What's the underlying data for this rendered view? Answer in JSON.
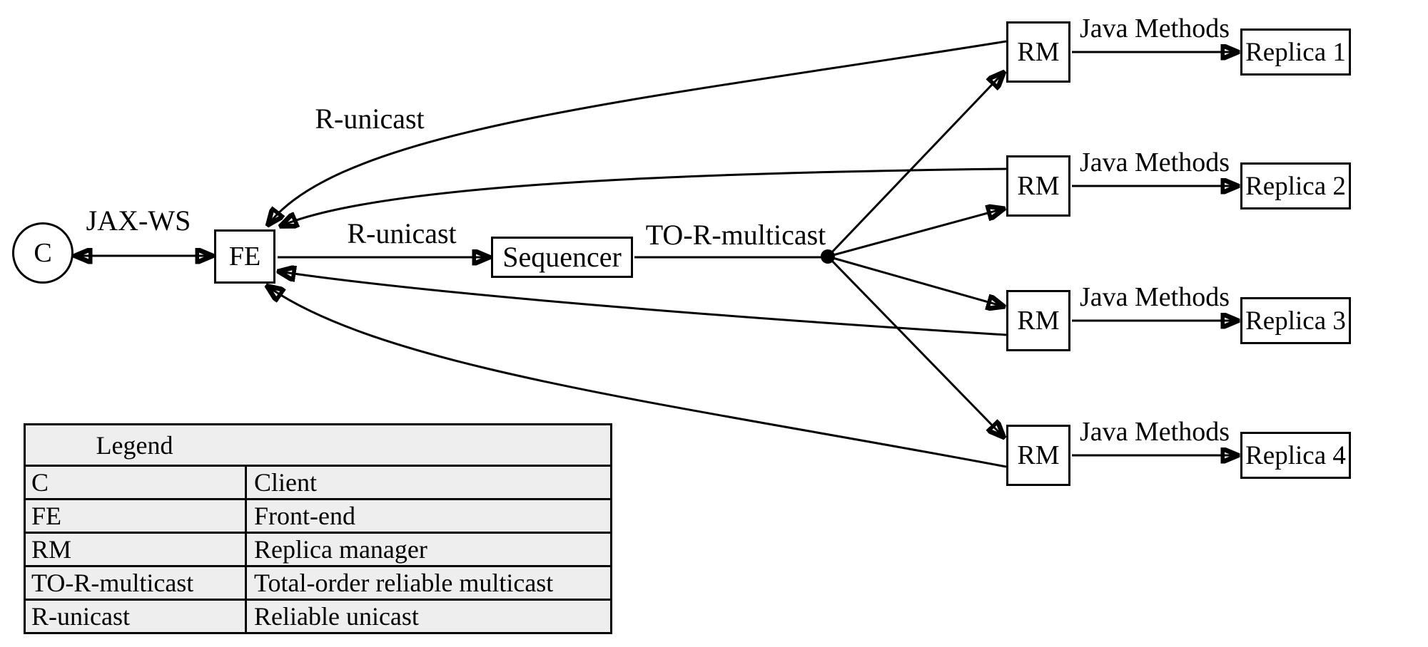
{
  "diagram": {
    "nodes": {
      "client": "C",
      "frontend": "FE",
      "sequencer": "Sequencer",
      "replica_manager": "RM",
      "replicas": [
        "Replica 1",
        "Replica 2",
        "Replica 3",
        "Replica 4"
      ]
    },
    "edge_labels": {
      "jax_ws": "JAX-WS",
      "r_unicast": "R-unicast",
      "to_r_multicast": "TO-R-multicast",
      "java_methods": "Java Methods"
    }
  },
  "legend": {
    "title": "Legend",
    "rows": [
      {
        "key": "C",
        "value": "Client"
      },
      {
        "key": "FE",
        "value": "Front-end"
      },
      {
        "key": "RM",
        "value": "Replica manager"
      },
      {
        "key": "TO-R-multicast",
        "value": "Total-order reliable multicast"
      },
      {
        "key": "R-unicast",
        "value": "Reliable unicast"
      }
    ]
  },
  "colors": {
    "stroke": "#000000",
    "node_fill": "#ffffff",
    "legend_fill": "#eeeeee"
  }
}
